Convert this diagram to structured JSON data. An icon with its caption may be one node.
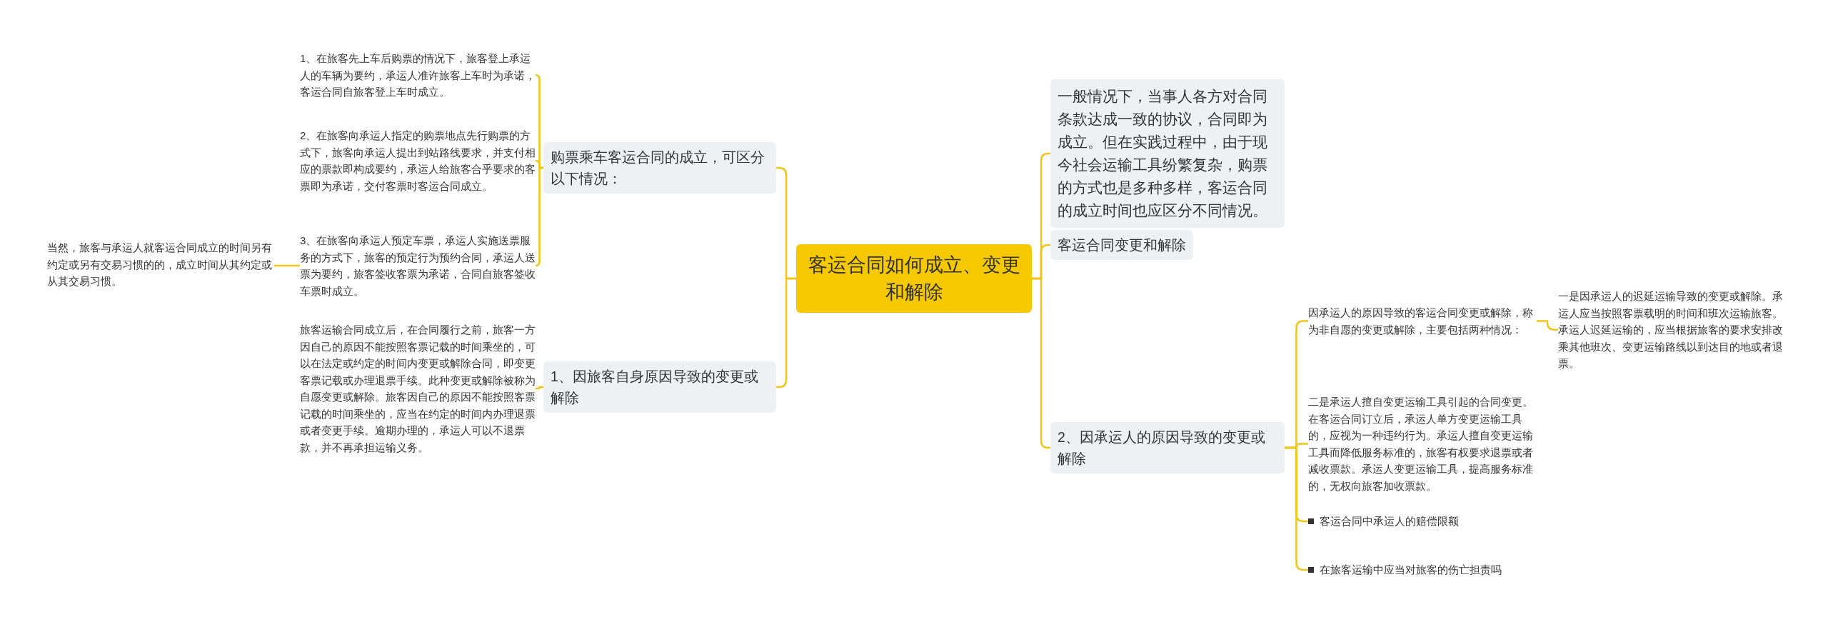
{
  "diagram": {
    "nodes": [
      {
        "text": [
          "客运合同如何成立、变更和解除"
        ]
      },
      {
        "text": [
          "购票乘车客运合同的成立，可区分以下情况："
        ]
      },
      {
        "text": [
          "1、在旅客先上车后购票的情况下，旅客登上承运人的车辆为要约，承运人准许旅客上车时为承诺，客运合同自旅客登上车时成立。"
        ]
      },
      {
        "text": [
          "2、在旅客向承运人指定的购票地点先行购票的方式下，旅客向承运人提出到站路线要求，并支付相应的票款即构成要约，承运人给旅客合乎要求的客票即为承诺，交付客票时客运合同成立。"
        ]
      },
      {
        "text": [
          "3、在旅客向承运人预定车票，承运人实施送票服务的方式下，旅客的预定行为预约合同，承运人送票为要约，旅客签收客票为承诺，合同自旅客签收车票时成立。"
        ]
      },
      {
        "text": [
          "当然，旅客与承运人就客运合同成立的时间另有约定或另有交易习惯的的，成立时间从其约定或从其交易习惯。"
        ]
      },
      {
        "text": [
          "1、因旅客自身原因导致的变更或解除"
        ]
      },
      {
        "text": [
          "旅客运输合同成立后，在合同履行之前，旅客一方因自己的原因不能按照客票记载的时间乘坐的，可以在法定或约定的时间内变更或解除合同，即变更客票记载或办理退票手续。此种变更或解除被称为自愿变更或解除。旅客因自己的原因不能按照客票记载的时间乘坐的，应当在约定的时间内办理退票或者变更手续。逾期办理的，承运人可以不退票款，并不再承担运输义务。"
        ]
      },
      {
        "text": [
          "一般情况下，当事人各方对合同条款达成一致的协议，合同即为成立。但在实践过程中，由于现今社会运输工具纷繁复杂，购票的方式也是多种多样，客运合同的成立时间也应区分不同情况。"
        ]
      },
      {
        "text": [
          "客运合同变更和解除"
        ]
      },
      {
        "text": [
          "2、因承运人的原因导致的变更或解除"
        ]
      },
      {
        "text": [
          "因承运人的原因导致的客运合同变更或解除，称为非自愿的变更或解除，主要包括两种情况："
        ]
      },
      {
        "text": [
          "一是因承运人的迟延运输导致的变更或解除。承运人应当按照客票载明的时间和班次运输旅客。承运人迟延运输的，应当根据旅客的要求安排改乘其他班次、变更运输路线以到达目的地或者退票。"
        ]
      },
      {
        "text": [
          "二是承运人擅自变更运输工具引起的合同变更。在客运合同订立后，承运人单方变更运输工具的，应视为一种违约行为。承运人擅自变更运输工具而降低服务标准的，旅客有权要求退票或者减收票款。承运人变更运输工具，提高服务标准的，无权向旅客加收票款。"
        ]
      },
      {
        "text": [
          "客运合同中承运人的赔偿限额"
        ]
      },
      {
        "text": [
          "在旅客运输中应当对旅客的伤亡担责吗"
        ]
      }
    ],
    "edges": [
      {
        "from": 0,
        "to": 1,
        "arrow": "none"
      },
      {
        "from": 1,
        "to": 2,
        "arrow": "none"
      },
      {
        "from": 1,
        "to": 3,
        "arrow": "none"
      },
      {
        "from": 1,
        "to": 4,
        "arrow": "none"
      },
      {
        "from": 4,
        "to": 5,
        "arrow": "none"
      },
      {
        "from": 0,
        "to": 6,
        "arrow": "none"
      },
      {
        "from": 6,
        "to": 7,
        "arrow": "none"
      },
      {
        "from": 0,
        "to": 8,
        "arrow": "none"
      },
      {
        "from": 0,
        "to": 9,
        "arrow": "none"
      },
      {
        "from": 0,
        "to": 10,
        "arrow": "none"
      },
      {
        "from": 10,
        "to": 11,
        "arrow": "none"
      },
      {
        "from": 11,
        "to": 12,
        "arrow": "none"
      },
      {
        "from": 10,
        "to": 13,
        "arrow": "none"
      },
      {
        "from": 10,
        "to": 14,
        "arrow": "none"
      },
      {
        "from": 10,
        "to": 15,
        "arrow": "none"
      }
    ]
  }
}
